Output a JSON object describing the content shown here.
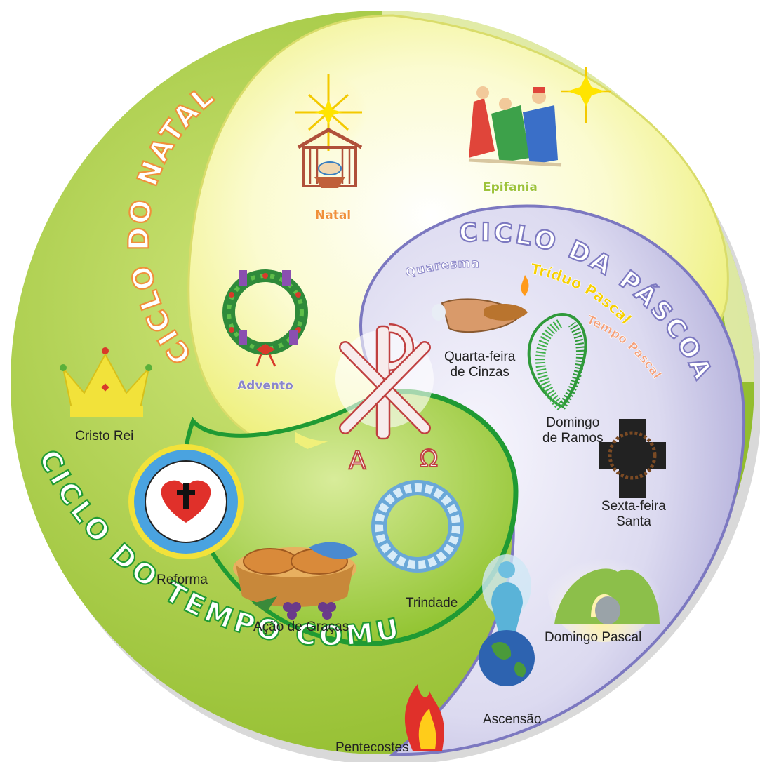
{
  "cycles": {
    "natal_title": "CICLO DO NATAL",
    "pascoa_title": "CICLO DA PÁSCOA",
    "comum_title": "CICLO DO TEMPO COMUM",
    "quaresma": "Quaresma",
    "triduo": "Tríduo Pascal",
    "tempo_pascal": "Tempo Pascal"
  },
  "center": {
    "alpha": "A",
    "omega": "Ω"
  },
  "feasts": {
    "natal": "Natal",
    "epifania": "Epifania",
    "advento": "Advento",
    "cristo_rei": "Cristo Rei",
    "reforma": "Reforma",
    "acao_de_gracas": "Ação de Graças",
    "trindade": "Trindade",
    "quarta_feira_line1": "Quarta-feira",
    "quarta_feira_line2": "de Cinzas",
    "domingo_ramos_line1": "Domingo",
    "domingo_ramos_line2": "de Ramos",
    "sexta_feira_line1": "Sexta-feira",
    "sexta_feira_line2": "Santa",
    "domingo_pascal": "Domingo Pascal",
    "ascensao": "Ascensão",
    "pentecostes": "Pentecostes"
  },
  "colors": {
    "natal_region": "#f4f29a",
    "pascoa_region": "#c9c6e6",
    "pascoa_border": "#7c78c0",
    "comum_region": "#a9cf3c",
    "comum_border": "#1f9a33",
    "orange_text": "#f0903a",
    "purple_text": "#8b86c8",
    "yellow_text": "#f7d000",
    "salmon_text": "#f4a07a",
    "white_text": "#ffffff"
  }
}
